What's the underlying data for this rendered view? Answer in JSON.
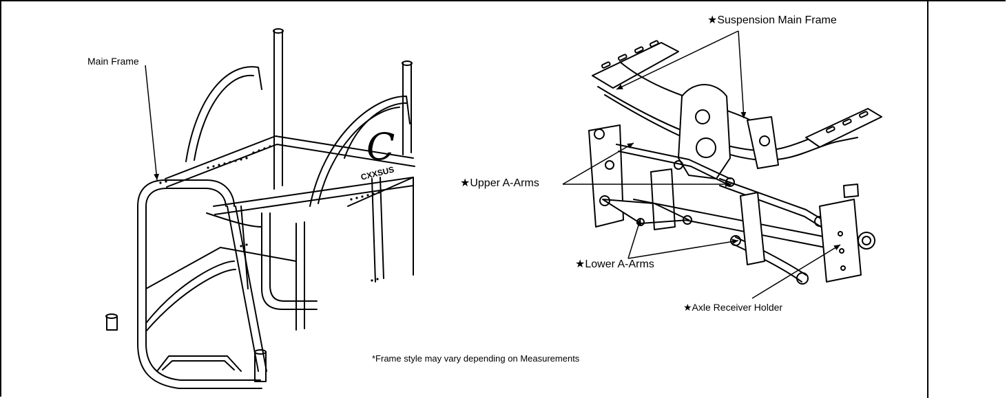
{
  "labels": {
    "main_frame": "Main Frame",
    "suspension_main_frame": "★Suspension Main Frame",
    "upper_a_arms": "★Upper A-Arms",
    "lower_a_arms": "★Lower A-Arms",
    "axle_receiver_holder": "★Axle Receiver Holder",
    "note": "*Frame style may vary depending on Measurements"
  },
  "logo": {
    "letter": "C",
    "wordmark": "CXXSUS"
  }
}
